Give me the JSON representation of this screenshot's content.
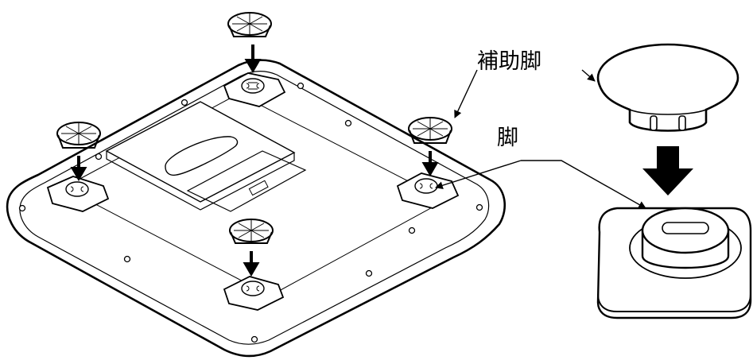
{
  "labels": {
    "auxiliary_foot": "補助脚",
    "foot": "脚"
  },
  "colors": {
    "line": "#000000",
    "fill": "#ffffff"
  },
  "icons": {
    "arrow": "down-arrow",
    "leader": "callout-arrow"
  }
}
